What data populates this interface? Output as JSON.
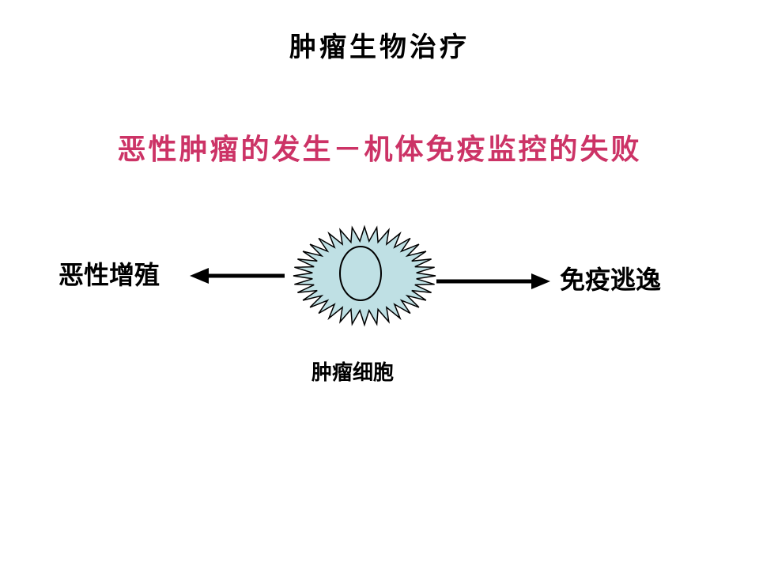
{
  "slide": {
    "title": "肿瘤生物治疗",
    "subtitle": "恶性肿瘤的发生－机体免疫监控的失败"
  },
  "diagram": {
    "left_label": "恶性增殖",
    "right_label": "免疫逃逸",
    "cell_label": "肿瘤细胞"
  },
  "colors": {
    "subtitle": "#cc3366",
    "cell_fill": "#bfe0e4",
    "outline": "#000000"
  }
}
